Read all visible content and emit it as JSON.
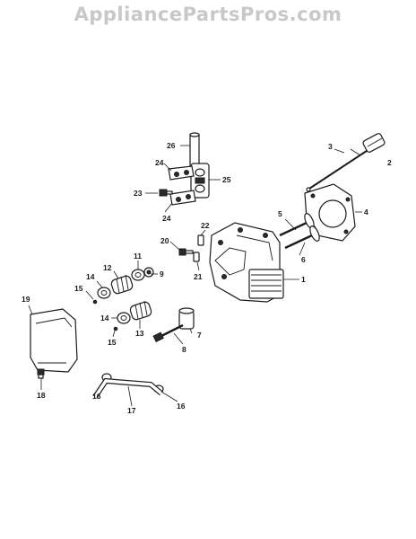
{
  "watermark": "AppliancePartsPros.com",
  "callouts": {
    "c1": "1",
    "c2": "2",
    "c3": "3",
    "c4": "4",
    "c5": "5",
    "c6": "6",
    "c7": "7",
    "c8": "8",
    "c9": "9",
    "c11": "11",
    "c12": "12",
    "c13": "13",
    "c14a": "14",
    "c14b": "14",
    "c15a": "15",
    "c15b": "15",
    "c16a": "16",
    "c16b": "16",
    "c17": "17",
    "c18": "18",
    "c19": "19",
    "c20": "20",
    "c21": "21",
    "c22": "22",
    "c23": "23",
    "c24a": "24",
    "c24b": "24",
    "c25": "25",
    "c26": "26"
  }
}
